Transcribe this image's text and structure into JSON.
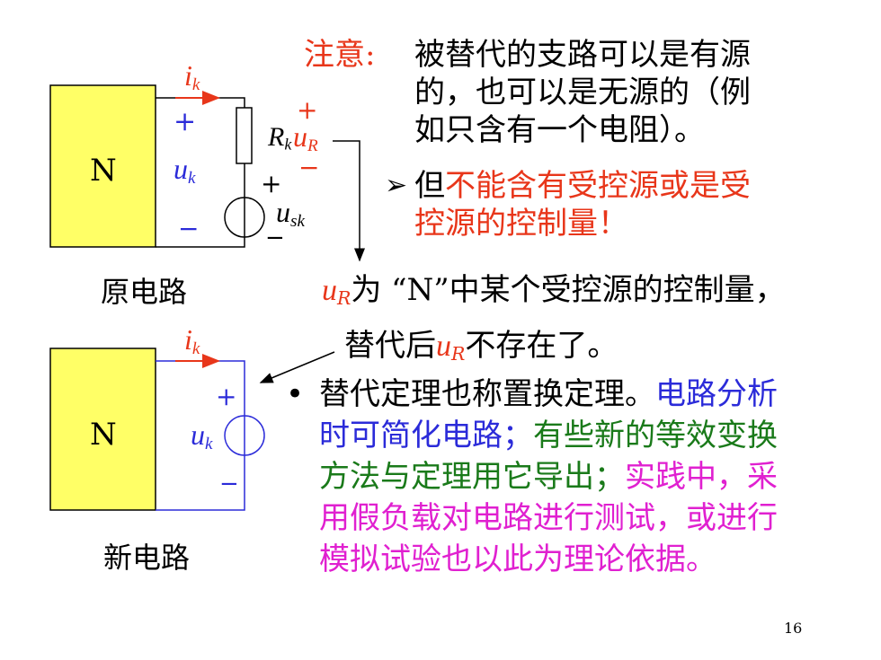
{
  "colors": {
    "box_fill": "#ffff66",
    "red": "#e8361a",
    "blue": "#2b2bd9",
    "green": "#1a7a1a",
    "magenta": "#e020d0",
    "arrow_dark": "#000000"
  },
  "circuit1": {
    "box_label": "N",
    "i_main": "i",
    "i_sub": "k",
    "plus_left": "+",
    "u_main": "u",
    "u_sub": "k",
    "minus_left": "−",
    "r_main": "R",
    "r_sub": "k",
    "ur_plus": "+",
    "ur_main": "u",
    "ur_sub": "R",
    "ur_minus": "−",
    "src_plus": "+",
    "src_minus": "−",
    "usk_main": "u",
    "usk_sub": "sk",
    "caption": "原电路"
  },
  "circuit2": {
    "box_label": "N",
    "i_main": "i",
    "i_sub": "k",
    "plus": "+",
    "u_main": "u",
    "u_sub": "k",
    "minus": "−",
    "caption": "新电路"
  },
  "note": {
    "label": "注意:",
    "line1": "被替代的支路可以是有源",
    "line2": "的，也可以是无源的（例",
    "line3": "如只含有一个电阻）。",
    "bullet": "➢",
    "line4_a": "但",
    "line4_b": "不能含有受控源或是受",
    "line5": "控源的控制量！"
  },
  "explain": {
    "u_main": "u",
    "u_sub": "R",
    "line1_rest": "为 “N”中某个受控源的控制量，",
    "line2_a": "替代后",
    "line2_u": "u",
    "line2_sub": "R",
    "line2_b": "不存在了。"
  },
  "bullet2": {
    "dot": "•",
    "l1_black": "替代定理也称置换定理。",
    "l1_blue": "电路分析",
    "l2_blue": "时可简化电路；",
    "l2_green": "有些新的等效变换",
    "l3_green": "方法与定理用它导出；",
    "l3_mag": "实践中，采",
    "l4_mag": "用假负载对电路进行测试，或进行",
    "l5_mag": "模拟试验也以此为理论依据。"
  },
  "page_number": "16"
}
